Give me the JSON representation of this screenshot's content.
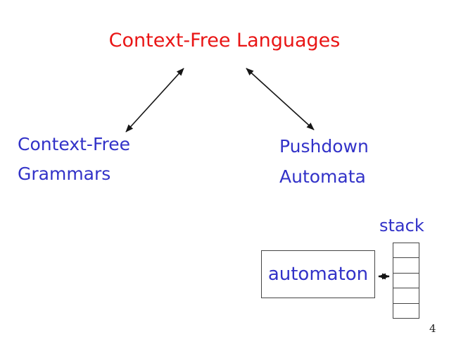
{
  "slide": {
    "title": "Context-Free Languages",
    "page_number": "4",
    "left_node": {
      "line1": "Context-Free",
      "line2": "Grammars"
    },
    "right_node": {
      "line1": "Pushdown",
      "line2": "Automata"
    },
    "diagram": {
      "stack_label": "stack",
      "automaton_label": "automaton",
      "stack_cell_count": 5
    },
    "icons": {
      "left_arrow": "double-headed-arrow",
      "right_arrow": "double-headed-arrow",
      "automaton_stack_arrow": "double-headed-arrow"
    },
    "colors": {
      "title_red": "#e91515",
      "label_blue": "#3232c8",
      "arrow_black": "#151515",
      "border_gray": "#454545"
    }
  }
}
